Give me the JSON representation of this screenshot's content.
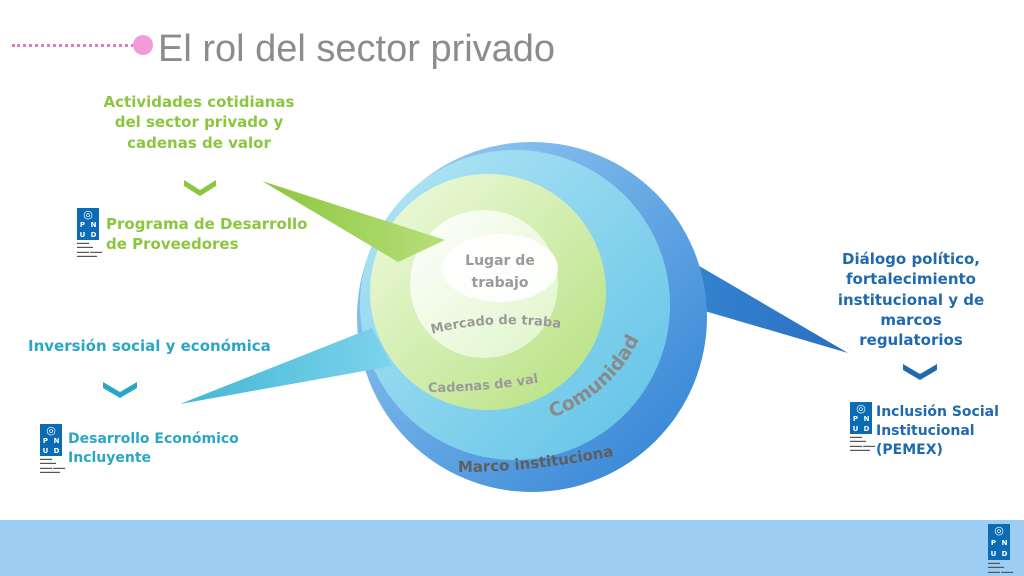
{
  "title": "El rol del sector privado",
  "rings": {
    "inner": [
      "Lugar de",
      "trabajo"
    ],
    "market": "Mercado de trabajo",
    "value_chains": "Cadenas de valor",
    "community": "Comunidad",
    "institutional": "Marco institucional"
  },
  "left_top": {
    "heading": [
      "Actividades cotidianas",
      "del sector privado y",
      "cadenas de valor"
    ],
    "program": [
      "Programa de Desarrollo",
      "de Proveedores"
    ]
  },
  "left_bottom": {
    "heading": "Inversión social y económica",
    "program": [
      "Desarrollo Económico",
      "Incluyente"
    ]
  },
  "right": {
    "heading": [
      "Diálogo político,",
      "fortalecimiento",
      "institucional y de marcos",
      "regulatorios"
    ],
    "program": [
      "Inclusión Social",
      "Institucional",
      "(PEMEX)"
    ]
  },
  "logo": {
    "letters": [
      "P",
      "N",
      "U",
      "D"
    ]
  },
  "colors": {
    "green": "#8cc63f",
    "teal": "#2aa7c4",
    "blue": "#1f69b1",
    "title": "#8c8c8c",
    "footer": "#9dcdf2"
  }
}
